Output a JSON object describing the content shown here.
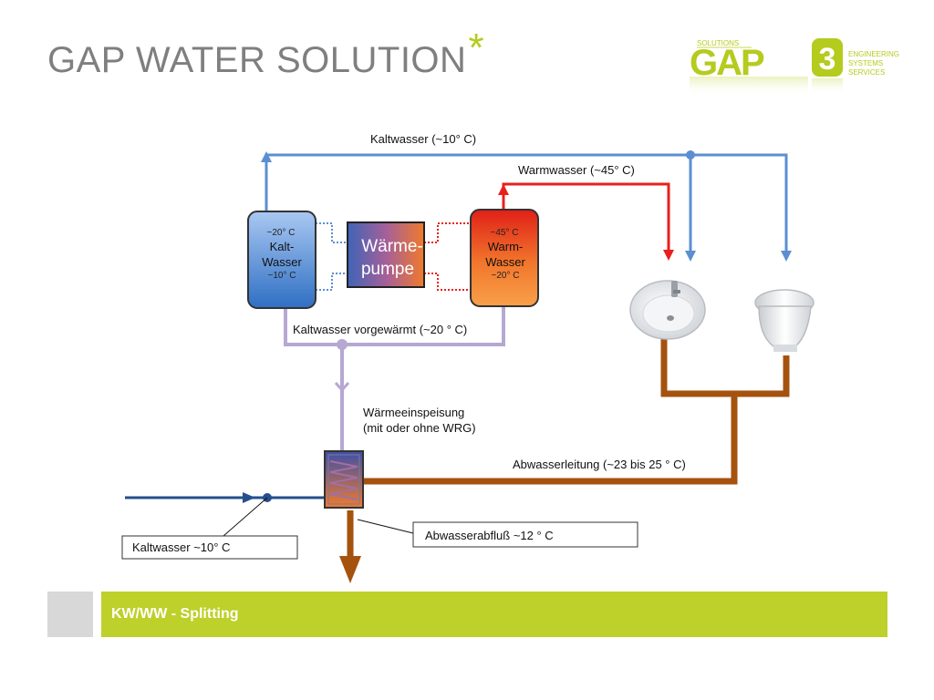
{
  "header": {
    "title": "GAP WATER SOLUTION",
    "title_mark": "*",
    "colors": {
      "title": "#7f7f7f",
      "accent": "#b5cb1e"
    }
  },
  "logo": {
    "wordmark": "GAP",
    "number": "3",
    "tag_top": "SOLUTIONS",
    "tag_line1": "ENGINEERING",
    "tag_line2": "SYSTEMS",
    "tag_line3": "SERVICES"
  },
  "diagram": {
    "label_cold_top": "Kaltwasser (~10° C)",
    "label_warm": "Warmwasser (~45° C)",
    "label_preheated": "Kaltwasser vorgewärmt (~20 ° C)",
    "label_heat_feed_1": "Wärmeeinspeisung",
    "label_heat_feed_2": "(mit oder ohne WRG)",
    "label_wastewater_line": "Abwasserleitung  (~23 bis 25 ° C)",
    "box_cold_inlet": "Kaltwasser   ~10° C",
    "box_wastewater_out": "Abwasserabfluß   ~12 ° C",
    "cold_tank": {
      "top_temp": "~20° C",
      "line1": "Kalt-",
      "line2": "Wasser",
      "bottom_temp": "~10° C"
    },
    "heat_pump": {
      "line1": "Wärme-",
      "line2": "pumpe"
    },
    "warm_tank": {
      "top_temp": "~45° C",
      "line1": "Warm-",
      "line2": "Wasser",
      "bottom_temp": "~20° C"
    },
    "icons": [
      "sink-icon",
      "toilet-icon",
      "heat-exchanger-icon"
    ],
    "colors": {
      "cold_pipe": "#5b8fd1",
      "warm_pipe": "#e8201c",
      "preheated_pipe": "#b6a8d2",
      "waste_pipe": "#a5520f",
      "inlet_pipe": "#254f8c"
    }
  },
  "footer": {
    "label": "KW/WW - Splitting",
    "colors": {
      "bar": "#bed02a",
      "square": "#d8d8d8"
    }
  }
}
